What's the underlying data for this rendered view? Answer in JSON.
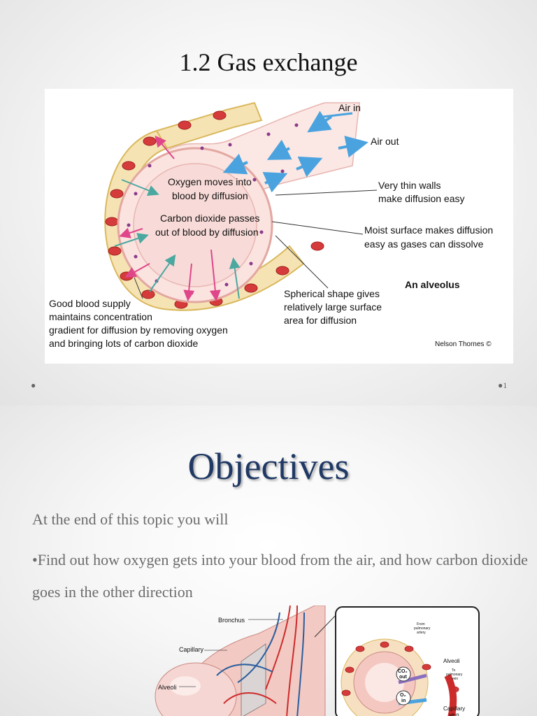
{
  "slide1": {
    "title": "1.2 Gas exchange",
    "diagram": {
      "labels": {
        "air_in": "Air in",
        "air_out": "Air out",
        "oxygen_line1": "Oxygen moves into",
        "oxygen_line2": "blood by diffusion",
        "co2_line1": "Carbon dioxide passes",
        "co2_line2": "out of blood by diffusion",
        "thin_walls_line1": "Very thin walls",
        "thin_walls_line2": "make diffusion easy",
        "moist_line1": "Moist surface makes diffusion",
        "moist_line2": "easy as gases can dissolve",
        "alveolus": "An alveolus",
        "spherical_line1": "Spherical shape gives",
        "spherical_line2": "relatively large surface",
        "spherical_line3": "area for diffusion",
        "blood_line1": "Good blood supply",
        "blood_line2": "maintains concentration",
        "blood_line3": "gradient for diffusion by removing oxygen",
        "blood_line4": "and bringing lots of carbon dioxide",
        "credit": "Nelson Thornes ©"
      }
    },
    "footer_left": "●",
    "footer_right": "●1"
  },
  "slide2": {
    "title": "Objectives",
    "intro": "At the end of this topic you will",
    "bullet": "•Find out how oxygen gets into your blood from the air, and how carbon dioxide goes in the other direction",
    "diagram": {
      "labels": {
        "bronchus": "Bronchus",
        "capillary": "Capillary",
        "alveoli": "Alveoli",
        "from_pulmonary_line1": "From",
        "from_pulmonary_line2": "pulmonary",
        "from_pulmonary_line3": "artery",
        "alveoli_right": "Alveoli",
        "to_pulmonary_line1": "To",
        "to_pulmonary_line2": "pulmonary",
        "to_pulmonary_line3": "vein",
        "co2_out_line1": "CO₂",
        "co2_out_line2": "out",
        "o2_in_line1": "O₂",
        "o2_in_line2": "in",
        "capillary_vein_line1": "Capillary",
        "capillary_vein_line2": "vein"
      }
    }
  }
}
